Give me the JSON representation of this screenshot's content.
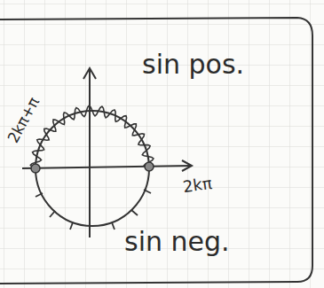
{
  "diagram": {
    "labels": [
      "sin pos.",
      "2kπ+π",
      "2kπ",
      "sin neg."
    ]
  }
}
